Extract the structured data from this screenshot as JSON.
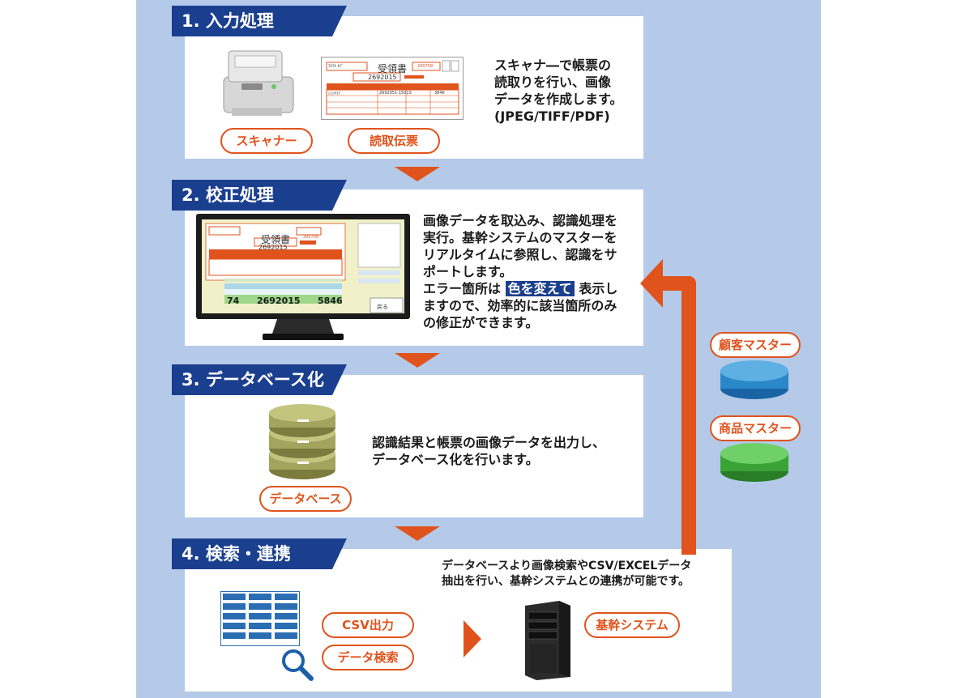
{
  "steps": [
    {
      "title": "1. 入力処理"
    },
    {
      "title": "2. 校正処理"
    },
    {
      "title": "3. データベース化"
    },
    {
      "title": "4. 検索・連携"
    }
  ],
  "step1": {
    "pill_scanner": "スキャナー",
    "pill_slip": "読取伝票",
    "desc": [
      "スキャナ―で帳票の",
      "読取りを行い、画像",
      "データを作成します。",
      "(JPEG/TIFF/PDF)"
    ],
    "form": {
      "title": "受領書",
      "number": "2692015",
      "name": "ﾏﾙﾏﾙ ｶﾌﾞ",
      "stamp": "200709",
      "row_name": "ｼﾝｼﾔﾏﾜ",
      "row_code": "2692051 1501S",
      "row_qty": "3846"
    }
  },
  "step2": {
    "desc_lines": [
      "画像データを取込み、認識処理を",
      "実行。基幹システムのマスターを",
      "リアルタイムに参照し、認識をサ",
      "ポートします。"
    ],
    "desc_err_pre": "エラー箇所は",
    "desc_err_hl": "色を変えて",
    "desc_err_post": "表示し",
    "desc_lines2": [
      "ますので、効率的に該当箇所のみ",
      "の修正ができます。"
    ],
    "screen": {
      "title": "受領書",
      "number": "2692015",
      "stamp": "200709",
      "val1": "74",
      "val2": "2692015",
      "val3": "5846",
      "button": "戻る"
    }
  },
  "step3": {
    "pill_db": "データベース",
    "desc": [
      "認識結果と帳票の画像データを出力し、",
      "データベース化を行います。"
    ]
  },
  "step4": {
    "desc": [
      "データベースより画像検索やCSV/EXCELデータ",
      "抽出を行い、基幹システムとの連携が可能です。"
    ],
    "pill_csv": "CSV出力",
    "pill_search": "データ検索",
    "pill_core": "基幹システム"
  },
  "masters": {
    "customer": "顧客マスター",
    "product": "商品マスター"
  },
  "colors": {
    "accent": "#e0531c",
    "navy": "#1b3f8f",
    "bg": "#b4cae8",
    "blue_db": "#2a87c8",
    "green_db": "#3aa336",
    "olive_db": "#a3a55f"
  }
}
